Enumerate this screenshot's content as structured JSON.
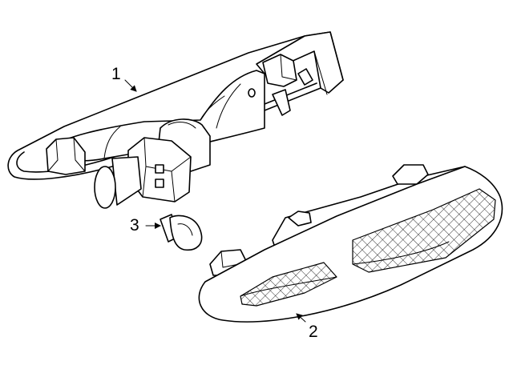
{
  "callouts": [
    {
      "id": "1",
      "label": "1",
      "part": "side-marker-lamp-assembly"
    },
    {
      "id": "2",
      "label": "2",
      "part": "side-repeater-lens"
    },
    {
      "id": "3",
      "label": "3",
      "part": "wedge-bulb"
    }
  ],
  "colors": {
    "line": "#000000",
    "background": "#ffffff"
  }
}
